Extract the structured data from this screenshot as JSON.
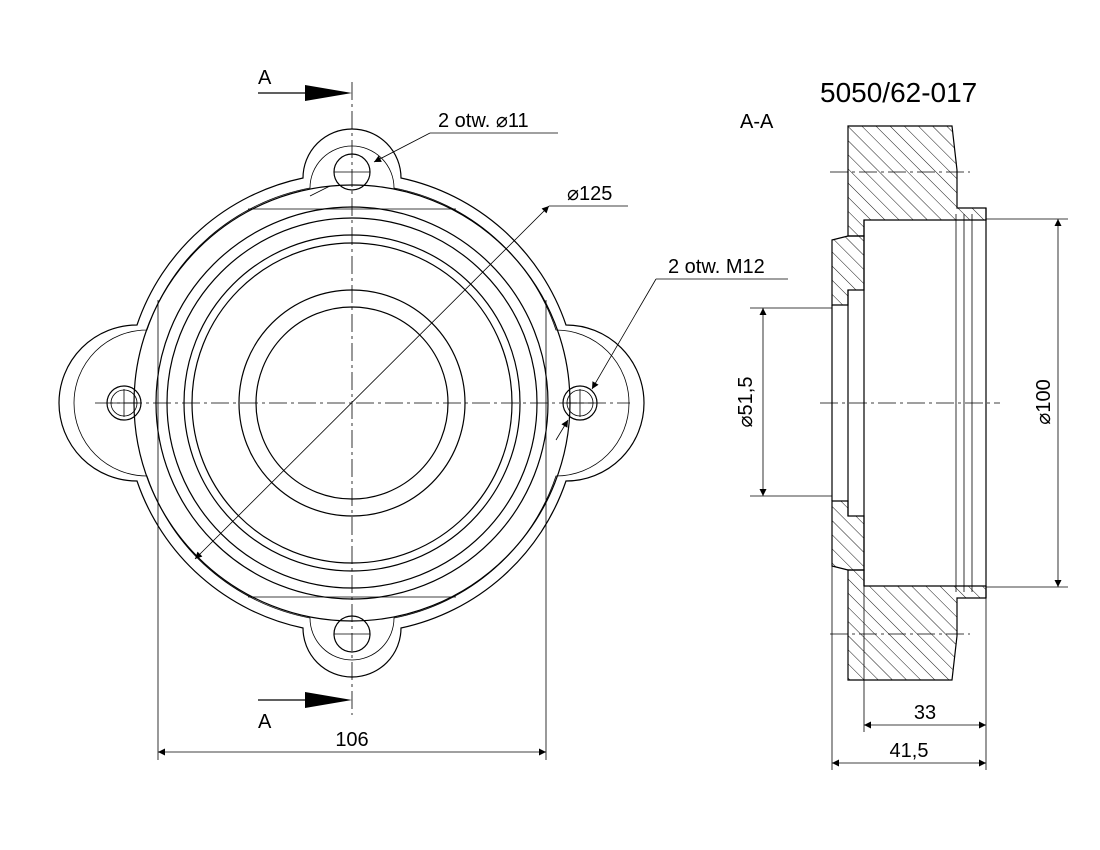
{
  "drawing_number": "5050/62-017",
  "section_mark": "A",
  "section_title": "A-A",
  "callouts": {
    "holes_11": "2 otw. ⌀11",
    "diameter_125": "⌀125",
    "holes_m12": "2 otw. M12"
  },
  "dimensions": {
    "width_106": "106",
    "bore_51_5": "⌀51,5",
    "diameter_100": "⌀100",
    "depth_33": "33",
    "depth_41_5": "41,5"
  }
}
